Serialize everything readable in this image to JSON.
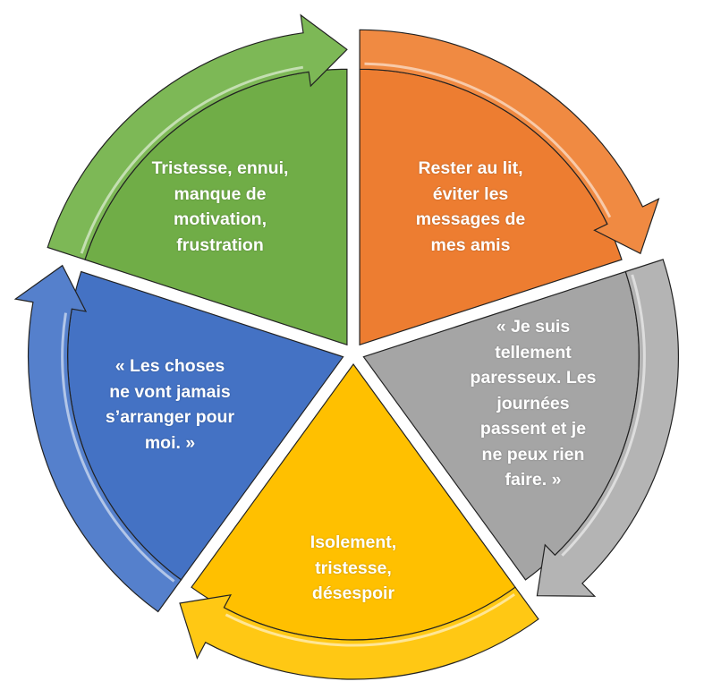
{
  "segments": [
    {
      "id": "orange",
      "color": "#ED7D31",
      "band": "#F08A42",
      "start": -90,
      "end": -18,
      "lines": [
        "Rester au lit,",
        "éviter les",
        "messages de",
        "mes amis"
      ]
    },
    {
      "id": "gray",
      "color": "#A5A5A5",
      "band": "#B4B4B4",
      "start": -18,
      "end": 54,
      "lines": [
        "« Je suis",
        "tellement",
        "paresseux. Les",
        "journées",
        "passent et je",
        "ne peux rien",
        "faire. »"
      ]
    },
    {
      "id": "yellow",
      "color": "#FFC000",
      "band": "#FFC814",
      "start": 54,
      "end": 126,
      "lines": [
        "Isolement,",
        "tristesse,",
        "désespoir"
      ]
    },
    {
      "id": "blue",
      "color": "#4472C4",
      "band": "#5580CC",
      "start": 126,
      "end": 198,
      "lines": [
        "« Les choses",
        "ne vont jamais",
        "s’arranger pour",
        "moi. »"
      ]
    },
    {
      "id": "green",
      "color": "#70AD47",
      "band": "#7DB856",
      "start": 198,
      "end": 270,
      "lines": [
        "Tristesse, ennui,",
        "manque de",
        "motivation,",
        "frustration"
      ]
    }
  ]
}
